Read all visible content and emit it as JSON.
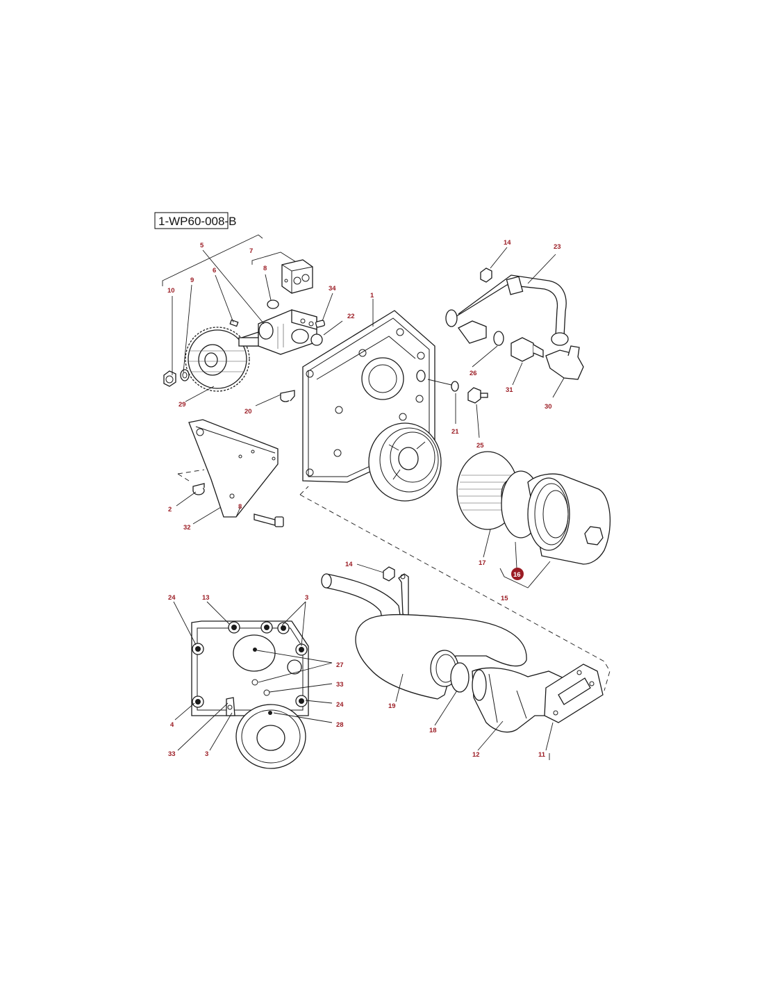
{
  "diagram": {
    "reference": "1-WP60-008-B",
    "callouts": [
      "1",
      "2",
      "3",
      "4",
      "5",
      "6",
      "7",
      "8",
      "9",
      "10",
      "11",
      "12",
      "13",
      "14",
      "15",
      "16",
      "17",
      "18",
      "19",
      "20",
      "21",
      "22",
      "23",
      "24",
      "25",
      "26",
      "27",
      "28",
      "29",
      "30",
      "31",
      "32",
      "33",
      "34"
    ],
    "highlighted_callout": "16",
    "colors": {
      "callout_text": "#9b1c24",
      "highlight_fill": "#9b1c24",
      "line": "#1a1a1a"
    }
  }
}
